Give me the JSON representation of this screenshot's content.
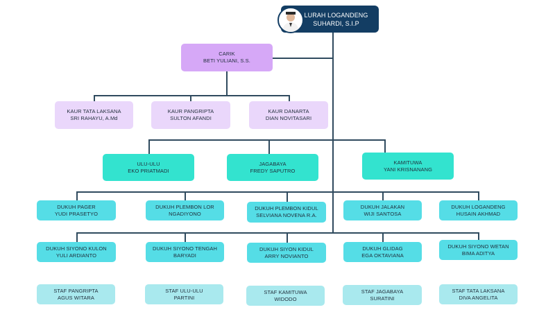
{
  "head": {
    "title": "LURAH LOGANDENG",
    "name": "SUHARDI, S.I.P"
  },
  "carik": {
    "title": "CARIK",
    "name": "BETI YULIANI, S.S."
  },
  "kaur": [
    {
      "title": "KAUR TATA LAKSANA",
      "name": "SRI RAHAYU, A.Md"
    },
    {
      "title": "KAUR PANGRIPTA",
      "name": "SULTON AFANDI"
    },
    {
      "title": "KAUR DANARTA",
      "name": "DIAN NOVITASARI"
    }
  ],
  "kasi": [
    {
      "title": "ULU-ULU",
      "name": "EKO PRIATMADI"
    },
    {
      "title": "JAGABAYA",
      "name": "FREDY SAPUTRO"
    },
    {
      "title": "KAMITUWA",
      "name": "YANI KRISNANANG"
    }
  ],
  "dukuh1": [
    {
      "title": "DUKUH PAGER",
      "name": "YUDI PRASETYO"
    },
    {
      "title": "DUKUH PLEMBON LOR",
      "name": "NGADIYONO"
    },
    {
      "title": "DUKUH PLEMBON KIDUL",
      "name": "SELVIANA NOVENA R.A."
    },
    {
      "title": "DUKUH JALAKAN",
      "name": "WIJI SANTOSA"
    },
    {
      "title": "DUKUH LOGANDENG",
      "name": "HUSAIN AKHMAD"
    }
  ],
  "dukuh2": [
    {
      "title": "DUKUH SIYONO KULON",
      "name": "YULI ARDIANTO"
    },
    {
      "title": "DUKUH SIYONO TENGAH",
      "name": "BARYADI"
    },
    {
      "title": "DUKUH SIYON KIDUL",
      "name": "ARRY NOVIANTO"
    },
    {
      "title": "DUKUH GLIDAG",
      "name": "EGA OKTAVIANA"
    },
    {
      "title": "DUKUH SIYONO WETAN",
      "name": "BIMA ADITYA"
    }
  ],
  "staf": [
    {
      "title": "STAF PANGRIPTA",
      "name": "AGUS WITARA"
    },
    {
      "title": "STAF ULU-ULU",
      "name": "PARTINI"
    },
    {
      "title": "STAF KAMITUWA",
      "name": "WIDODO"
    },
    {
      "title": "STAF JAGABAYA",
      "name": "SURATINI"
    },
    {
      "title": "STAF TATA LAKSANA",
      "name": "DIVA ANGELITA"
    }
  ],
  "colors": {
    "lurah": "#133d63",
    "carik": "#d6a8f7",
    "kaur": "#ead7fb",
    "kasi": "#33e3cf",
    "dukuh": "#55dde6",
    "staf": "#a9e9ee",
    "line": "#2f4a5e"
  }
}
